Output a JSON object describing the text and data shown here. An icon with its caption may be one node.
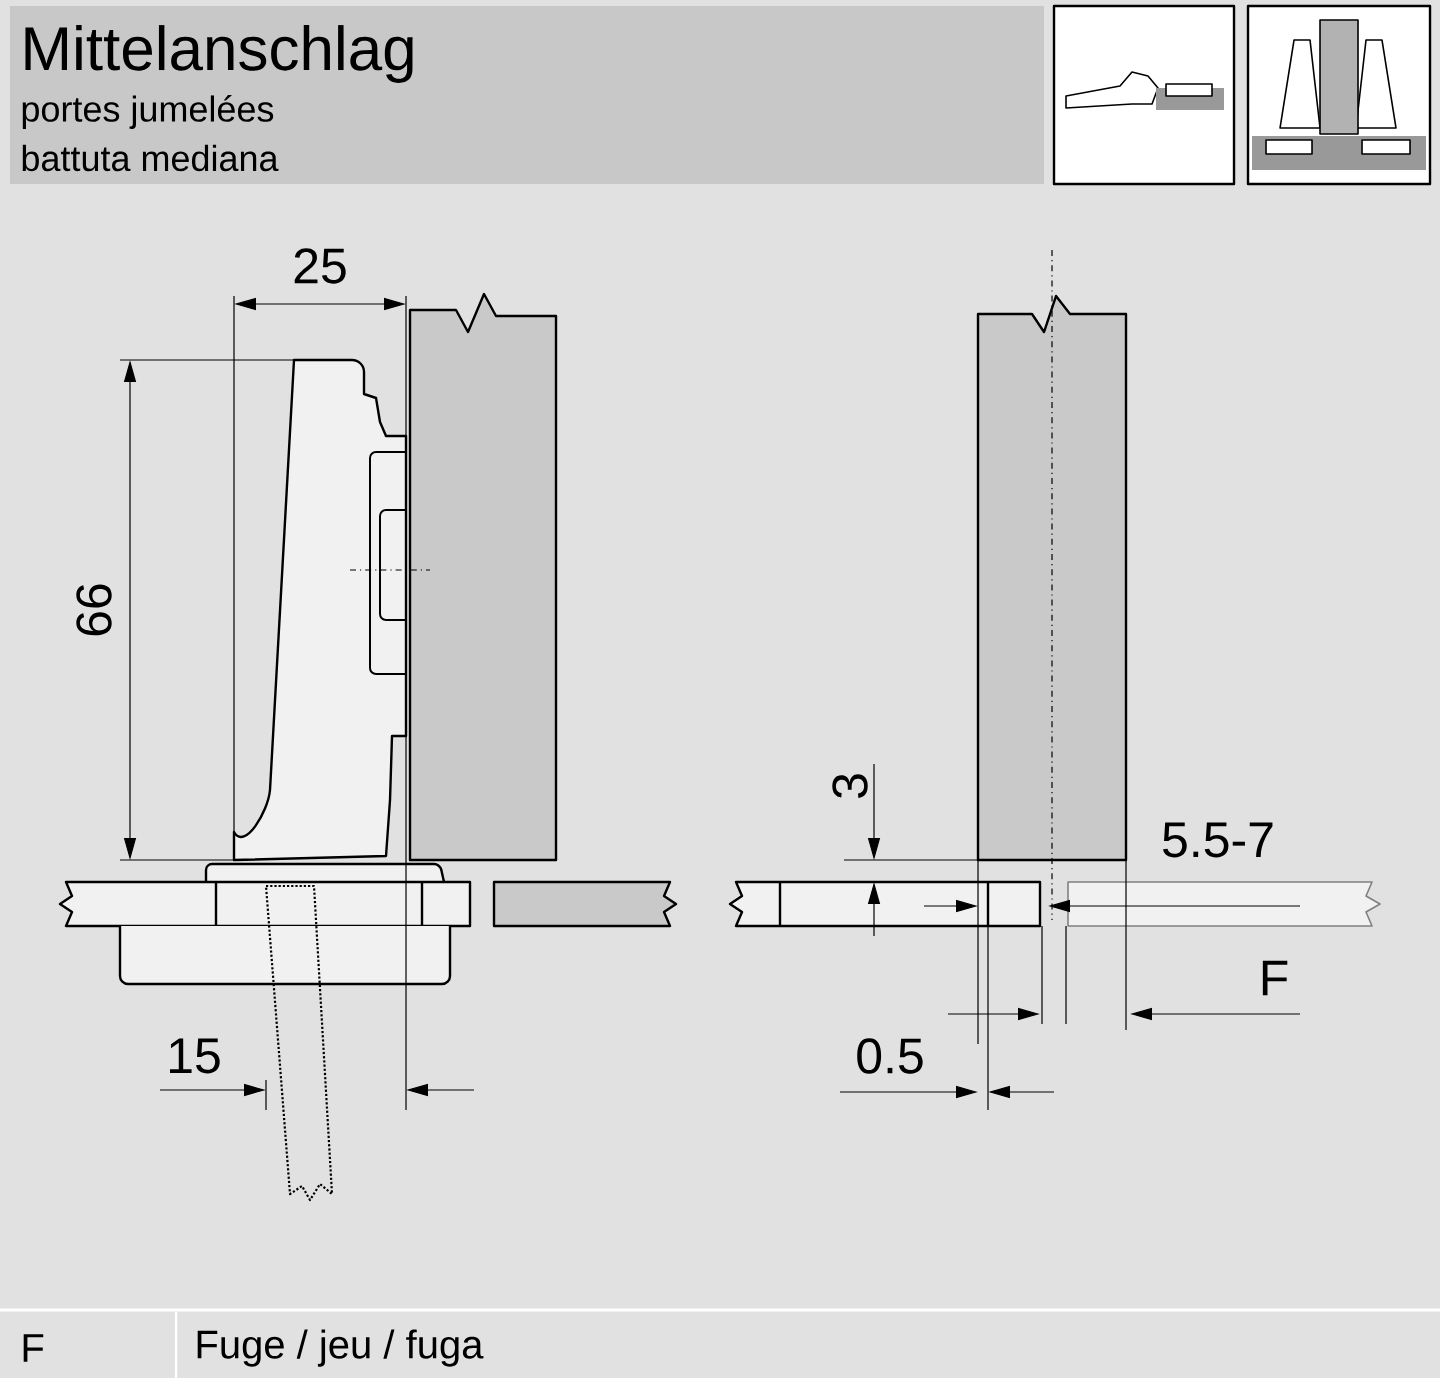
{
  "diagram": {
    "title": "Mittelanschlag",
    "labels": [
      "portes jumelées",
      "battuta mediana",
      "25",
      "66",
      "15",
      "3",
      "5.5-7",
      "F",
      "0.5",
      "F",
      "Fuge / jeu / fuga"
    ]
  }
}
